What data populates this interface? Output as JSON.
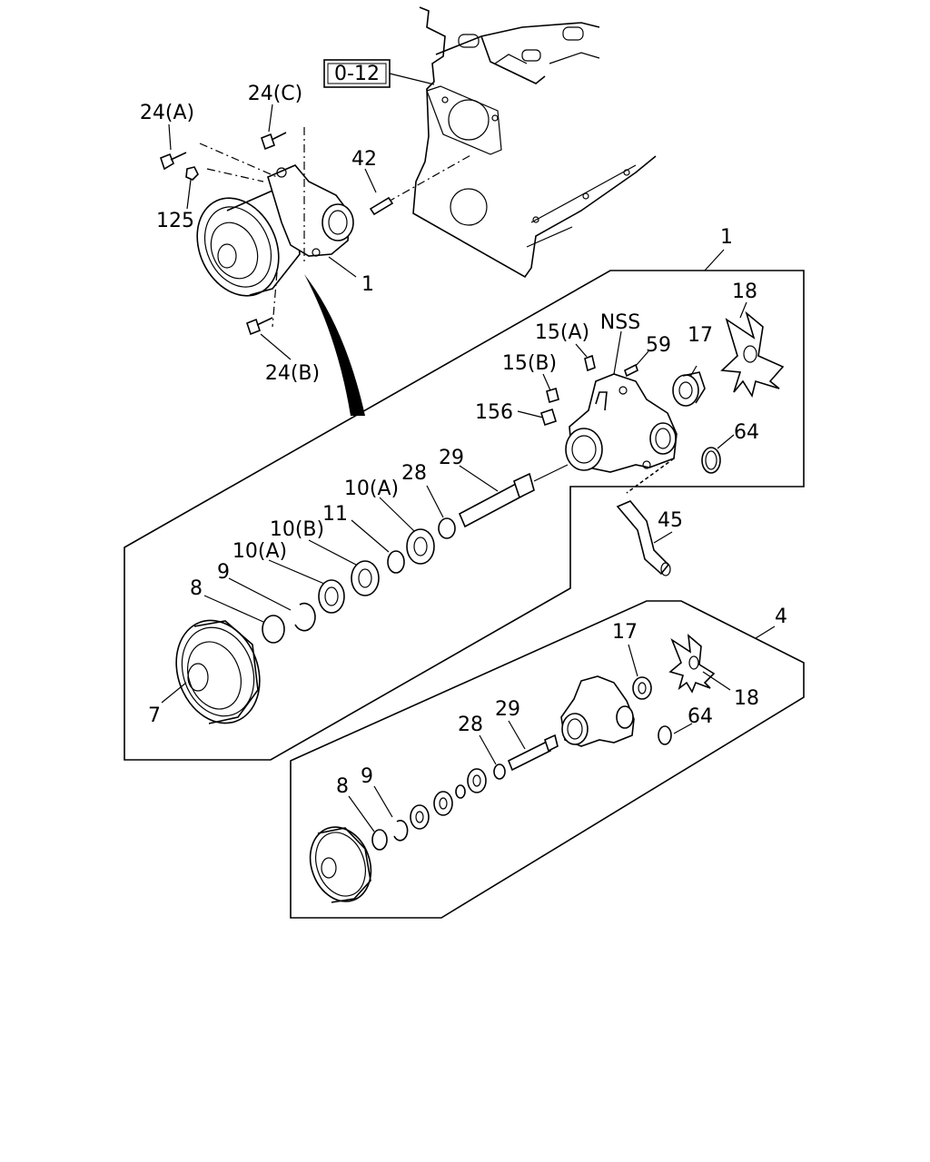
{
  "ref_box": "0-12",
  "labels": {
    "p24A": "24(A)",
    "p24C": "24(C)",
    "p42": "42",
    "p125": "125",
    "p1_top": "1",
    "p24B": "24(B)",
    "p1_box": "1",
    "p18_a": "18",
    "p15A": "15(A)",
    "pNSS": "NSS",
    "p59": "59",
    "p17_a": "17",
    "p15B": "15(B)",
    "p156": "156",
    "p64_a": "64",
    "p29_a": "29",
    "p10A_a": "10(A)",
    "p28_a": "28",
    "p11": "11",
    "p10B": "10(B)",
    "p10A_b": "10(A)",
    "p9_a": "9",
    "p8_a": "8",
    "p7": "7",
    "p45": "45",
    "p4": "4",
    "p17_b": "17",
    "p18_b": "18",
    "p29_b": "29",
    "p64_b": "64",
    "p28_b": "28",
    "p9_b": "9",
    "p8_b": "8"
  }
}
